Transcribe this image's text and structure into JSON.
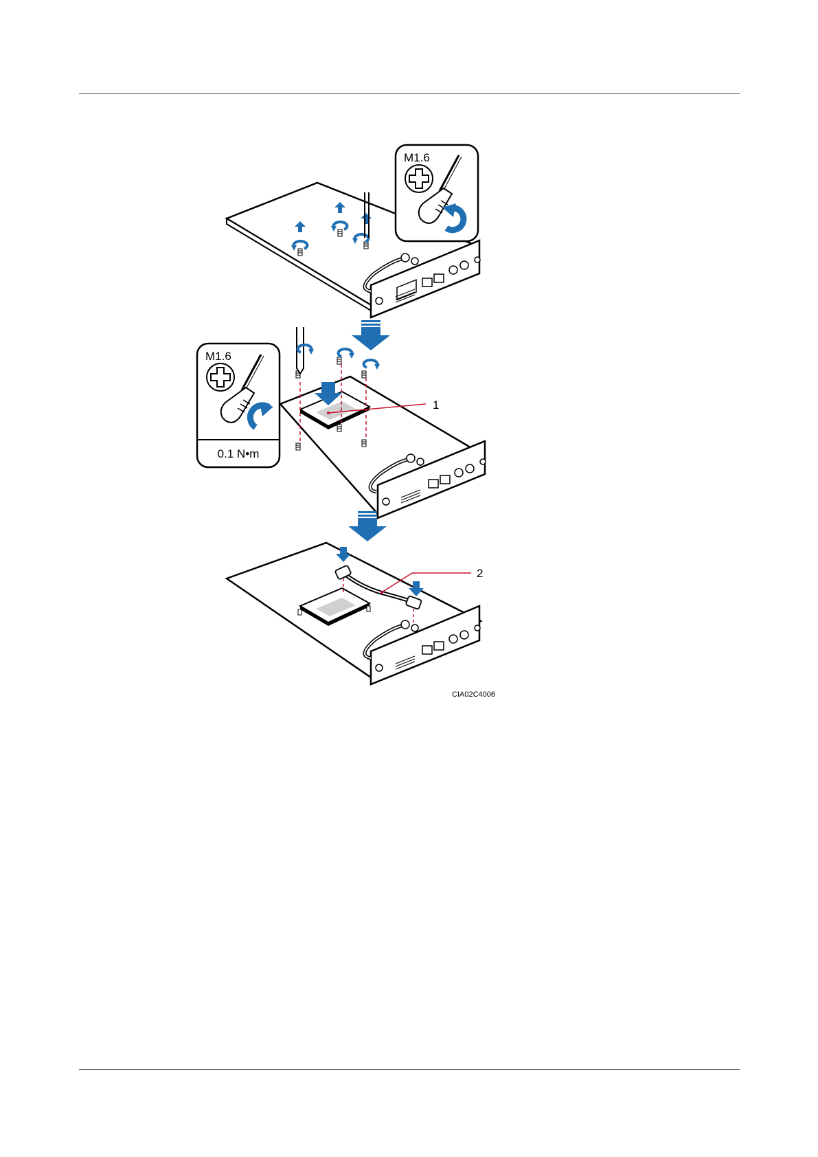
{
  "diagram": {
    "tool_badge_top": {
      "screw_size": "M1.6",
      "rotation": "counterclockwise"
    },
    "tool_badge_mid": {
      "screw_size": "M1.6",
      "rotation": "clockwise",
      "torque": "0.1 N•m"
    },
    "callouts": [
      {
        "number": "1"
      },
      {
        "number": "2"
      }
    ],
    "figure_id": "CIA02C4006",
    "colors": {
      "arrow_blue": "#1f6fb2",
      "leader_red": "#c8102e",
      "line": "#000000"
    }
  }
}
